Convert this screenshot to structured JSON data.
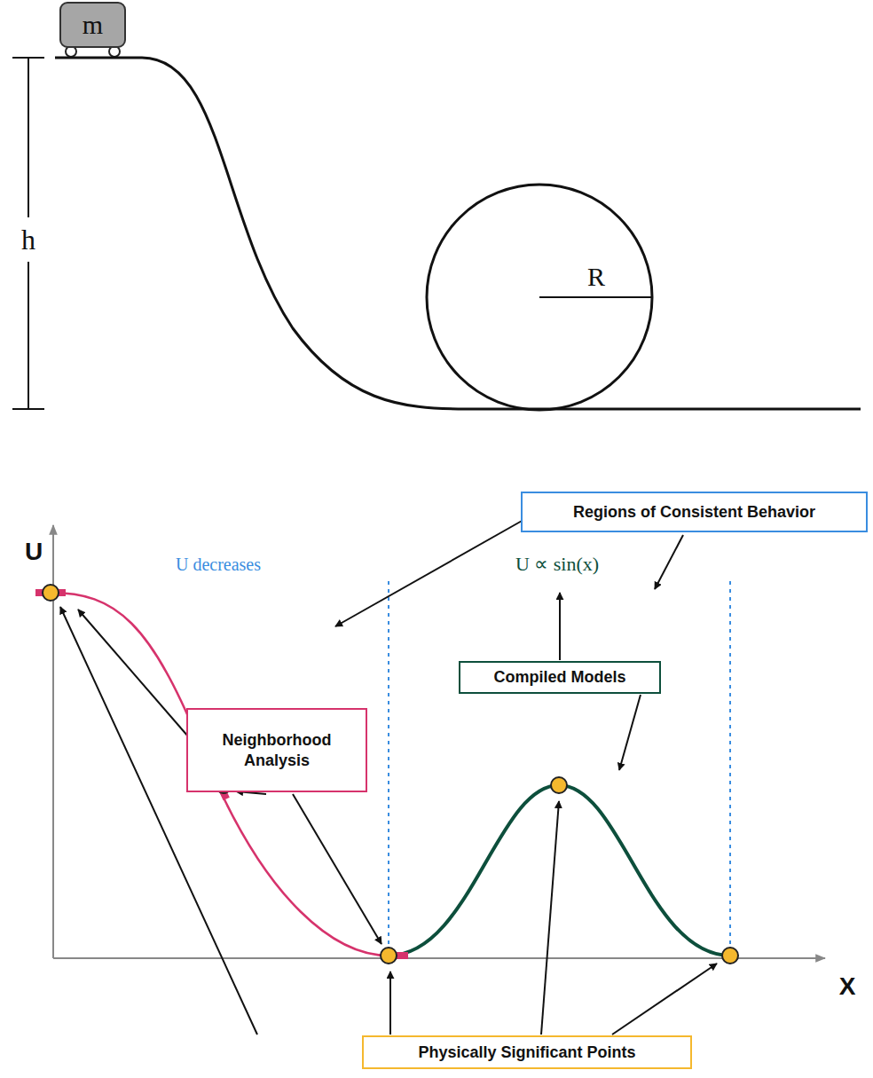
{
  "diagram": {
    "nodes": [
      {
        "text": [
          "m"
        ]
      },
      {
        "text": [
          "Regions of Consistent Behavior"
        ]
      },
      {
        "text": [
          "Neighborhood Analysis"
        ]
      },
      {
        "text": [
          "Compiled Models"
        ]
      },
      {
        "text": [
          "Physically Significant Points"
        ]
      }
    ],
    "labels": [
      "h",
      "R",
      "U",
      "X",
      "U decreases",
      "U ∝ sin(x)"
    ]
  }
}
